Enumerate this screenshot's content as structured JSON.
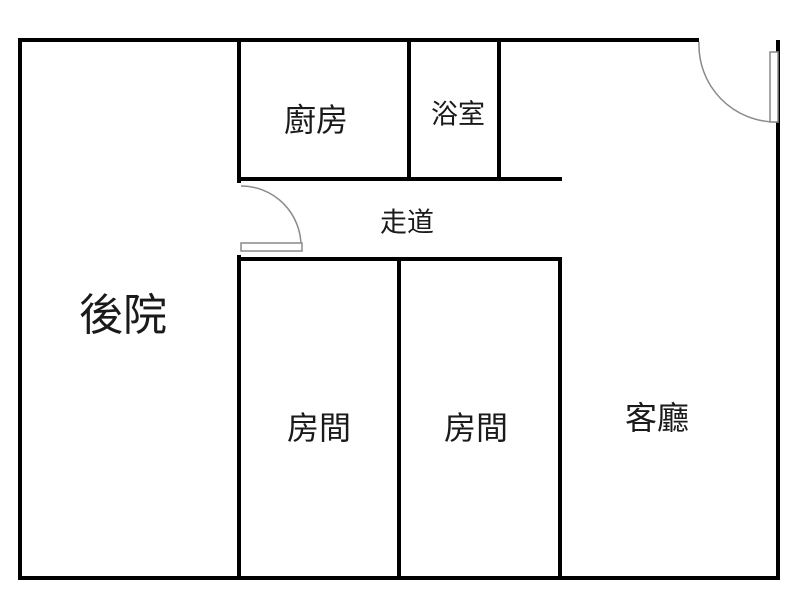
{
  "floor_plan": {
    "rooms": {
      "backyard": "後院",
      "kitchen": "廚房",
      "bathroom": "浴室",
      "corridor": "走道",
      "bedroom_1": "房間",
      "bedroom_2": "房間",
      "living_room": "客廳"
    },
    "colors": {
      "wall": "#000000",
      "door": "#8a8a8a",
      "background": "#ffffff"
    }
  }
}
